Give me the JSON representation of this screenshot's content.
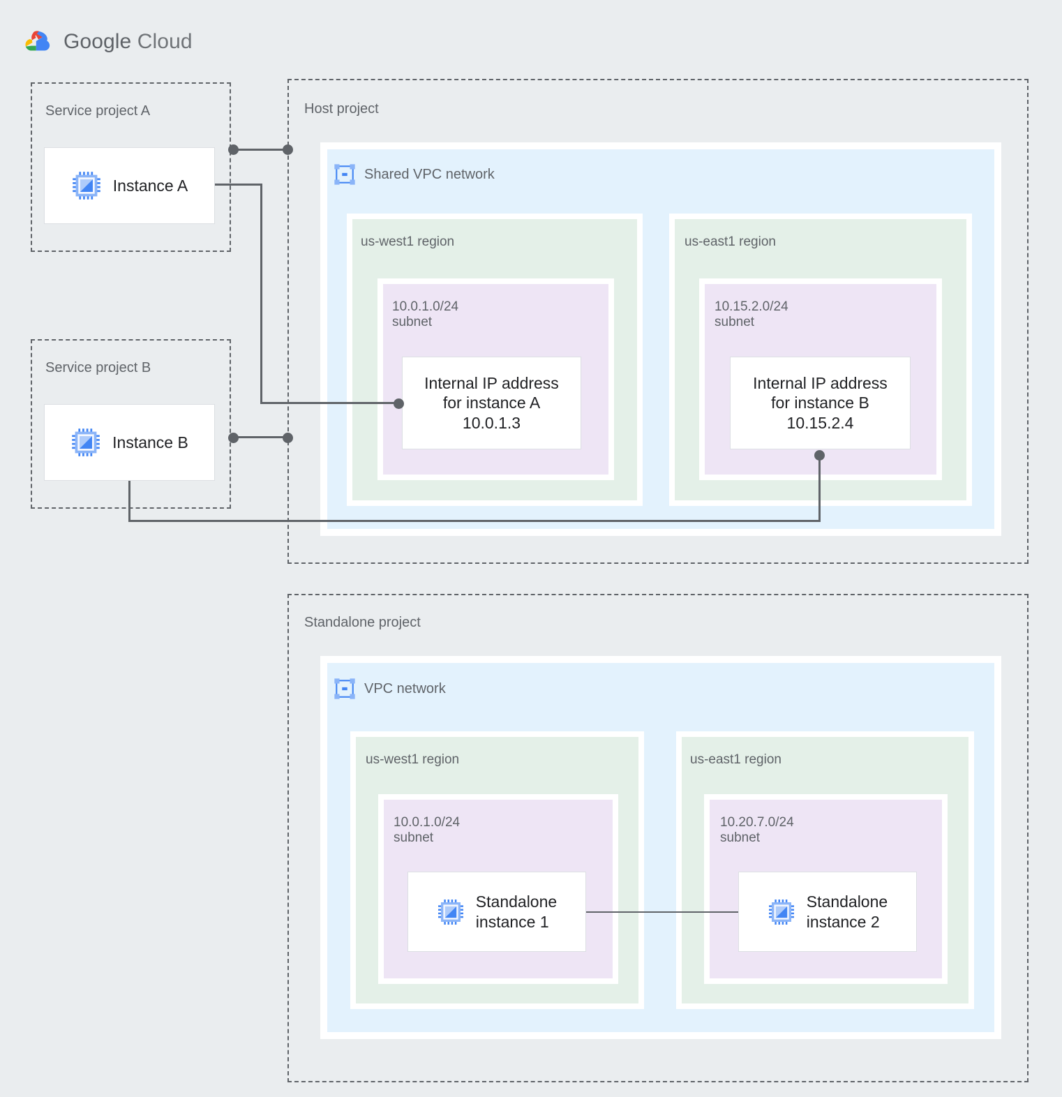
{
  "brand": {
    "name_bold": "Google",
    "name_light": "Cloud",
    "logo_icon": "google-cloud-logo",
    "colors": {
      "red": "#ea4335",
      "blue": "#4285f4",
      "yellow": "#fbbc04",
      "green": "#34a853",
      "text": "#5f6368"
    }
  },
  "palette": {
    "page_background": "#eaedef",
    "vpc_fill": "#e3f2fd",
    "region_fill": "#e4f0e8",
    "subnet_fill": "#eee5f5",
    "card_fill": "#ffffff",
    "line": "#5f6368",
    "label_text": "#5f6368",
    "card_text": "#202124",
    "icon_blue_light": "#8ab4f8",
    "icon_blue_dark": "#4285f4"
  },
  "service_project_a": {
    "label": "Service project A",
    "instance": {
      "label": "Instance A",
      "icon": "compute-instance-icon"
    }
  },
  "service_project_b": {
    "label": "Service project B",
    "instance": {
      "label": "Instance B",
      "icon": "compute-instance-icon"
    }
  },
  "host_project": {
    "label": "Host project",
    "network": {
      "title": "Shared VPC network",
      "icon": "vpc-network-icon"
    },
    "regions": [
      {
        "label": "us-west1 region",
        "subnet": {
          "label": "10.0.1.0/24\nsubnet",
          "cidr": "10.0.1.0/24",
          "resource": {
            "label": "Internal IP address\nfor instance A\n10.0.1.3",
            "ip": "10.0.1.3",
            "for_instance": "instance A"
          }
        }
      },
      {
        "label": "us-east1 region",
        "subnet": {
          "label": "10.15.2.0/24\nsubnet",
          "cidr": "10.15.2.0/24",
          "resource": {
            "label": "Internal IP address\nfor instance B\n10.15.2.4",
            "ip": "10.15.2.4",
            "for_instance": "instance B"
          }
        }
      }
    ]
  },
  "standalone_project": {
    "label": "Standalone project",
    "network": {
      "title": "VPC network",
      "icon": "vpc-network-icon"
    },
    "regions": [
      {
        "label": "us-west1 region",
        "subnet": {
          "label": "10.0.1.0/24\nsubnet",
          "cidr": "10.0.1.0/24",
          "resource": {
            "label": "Standalone\ninstance 1",
            "icon": "compute-instance-icon"
          }
        }
      },
      {
        "label": "us-east1 region",
        "subnet": {
          "label": "10.20.7.0/24\nsubnet",
          "cidr": "10.20.7.0/24",
          "resource": {
            "label": "Standalone\ninstance 2",
            "icon": "compute-instance-icon"
          }
        }
      }
    ]
  }
}
